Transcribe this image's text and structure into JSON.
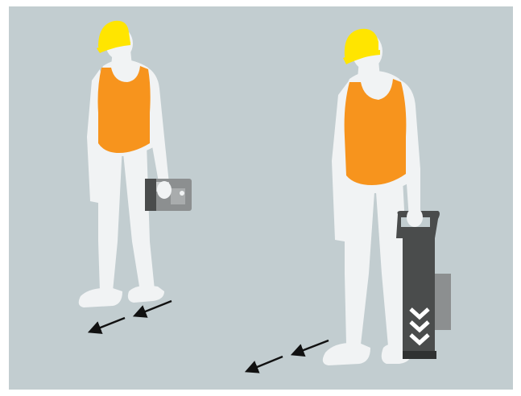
{
  "colors": {
    "background": "#c2cdd0",
    "border": "#ffffff",
    "figure": "#f1f3f4",
    "figure_shadow": "#dfe3e5",
    "hardhat": "#ffe500",
    "vest": "#f7941d",
    "device_dark": "#4a4c4c",
    "device_mid": "#8c8f90",
    "chevron": "#ffffff",
    "arrow": "#111111"
  },
  "figures": [
    {
      "name": "worker-left",
      "device": "handheld-locator-icon",
      "pose": "device-held-horizontal"
    },
    {
      "name": "worker-right",
      "device": "cable-locator-wand-icon",
      "pose": "device-held-vertical"
    }
  ],
  "arrows": [
    {
      "name": "motion-arrow",
      "direction": "down-left"
    },
    {
      "name": "motion-arrow",
      "direction": "down-left"
    },
    {
      "name": "motion-arrow",
      "direction": "down-left"
    },
    {
      "name": "motion-arrow",
      "direction": "down-left"
    }
  ]
}
